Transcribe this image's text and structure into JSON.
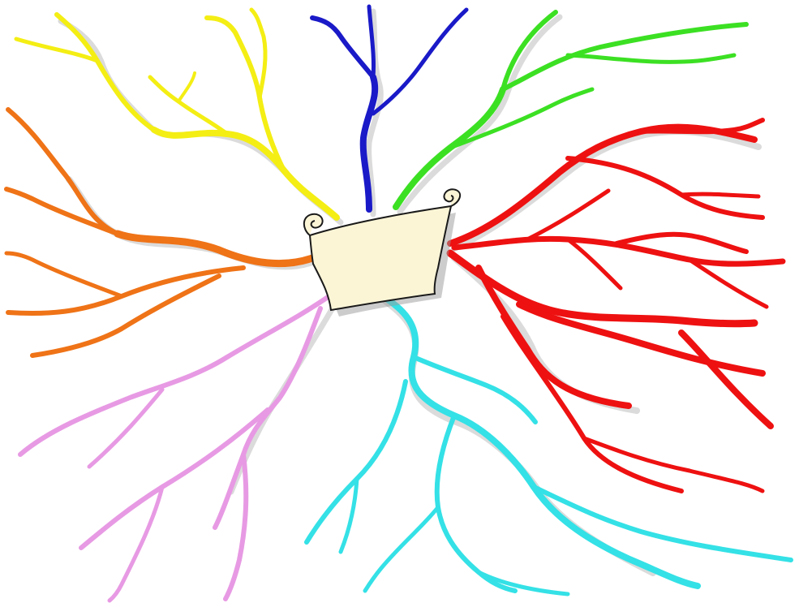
{
  "diagram": {
    "type": "mind-map",
    "central_node": {
      "shape": "scroll",
      "text": "",
      "fill": "#fbf5d6",
      "outline": "#1a1a1a"
    },
    "branches": [
      {
        "id": "yellow",
        "color": "#f4ee14"
      },
      {
        "id": "blue",
        "color": "#1a1ac8"
      },
      {
        "id": "green",
        "color": "#3ce023"
      },
      {
        "id": "red",
        "color": "#ee1111"
      },
      {
        "id": "orange",
        "color": "#ef7317"
      },
      {
        "id": "violet",
        "color": "#e79ae3"
      },
      {
        "id": "cyan",
        "color": "#34e1e6"
      }
    ]
  }
}
